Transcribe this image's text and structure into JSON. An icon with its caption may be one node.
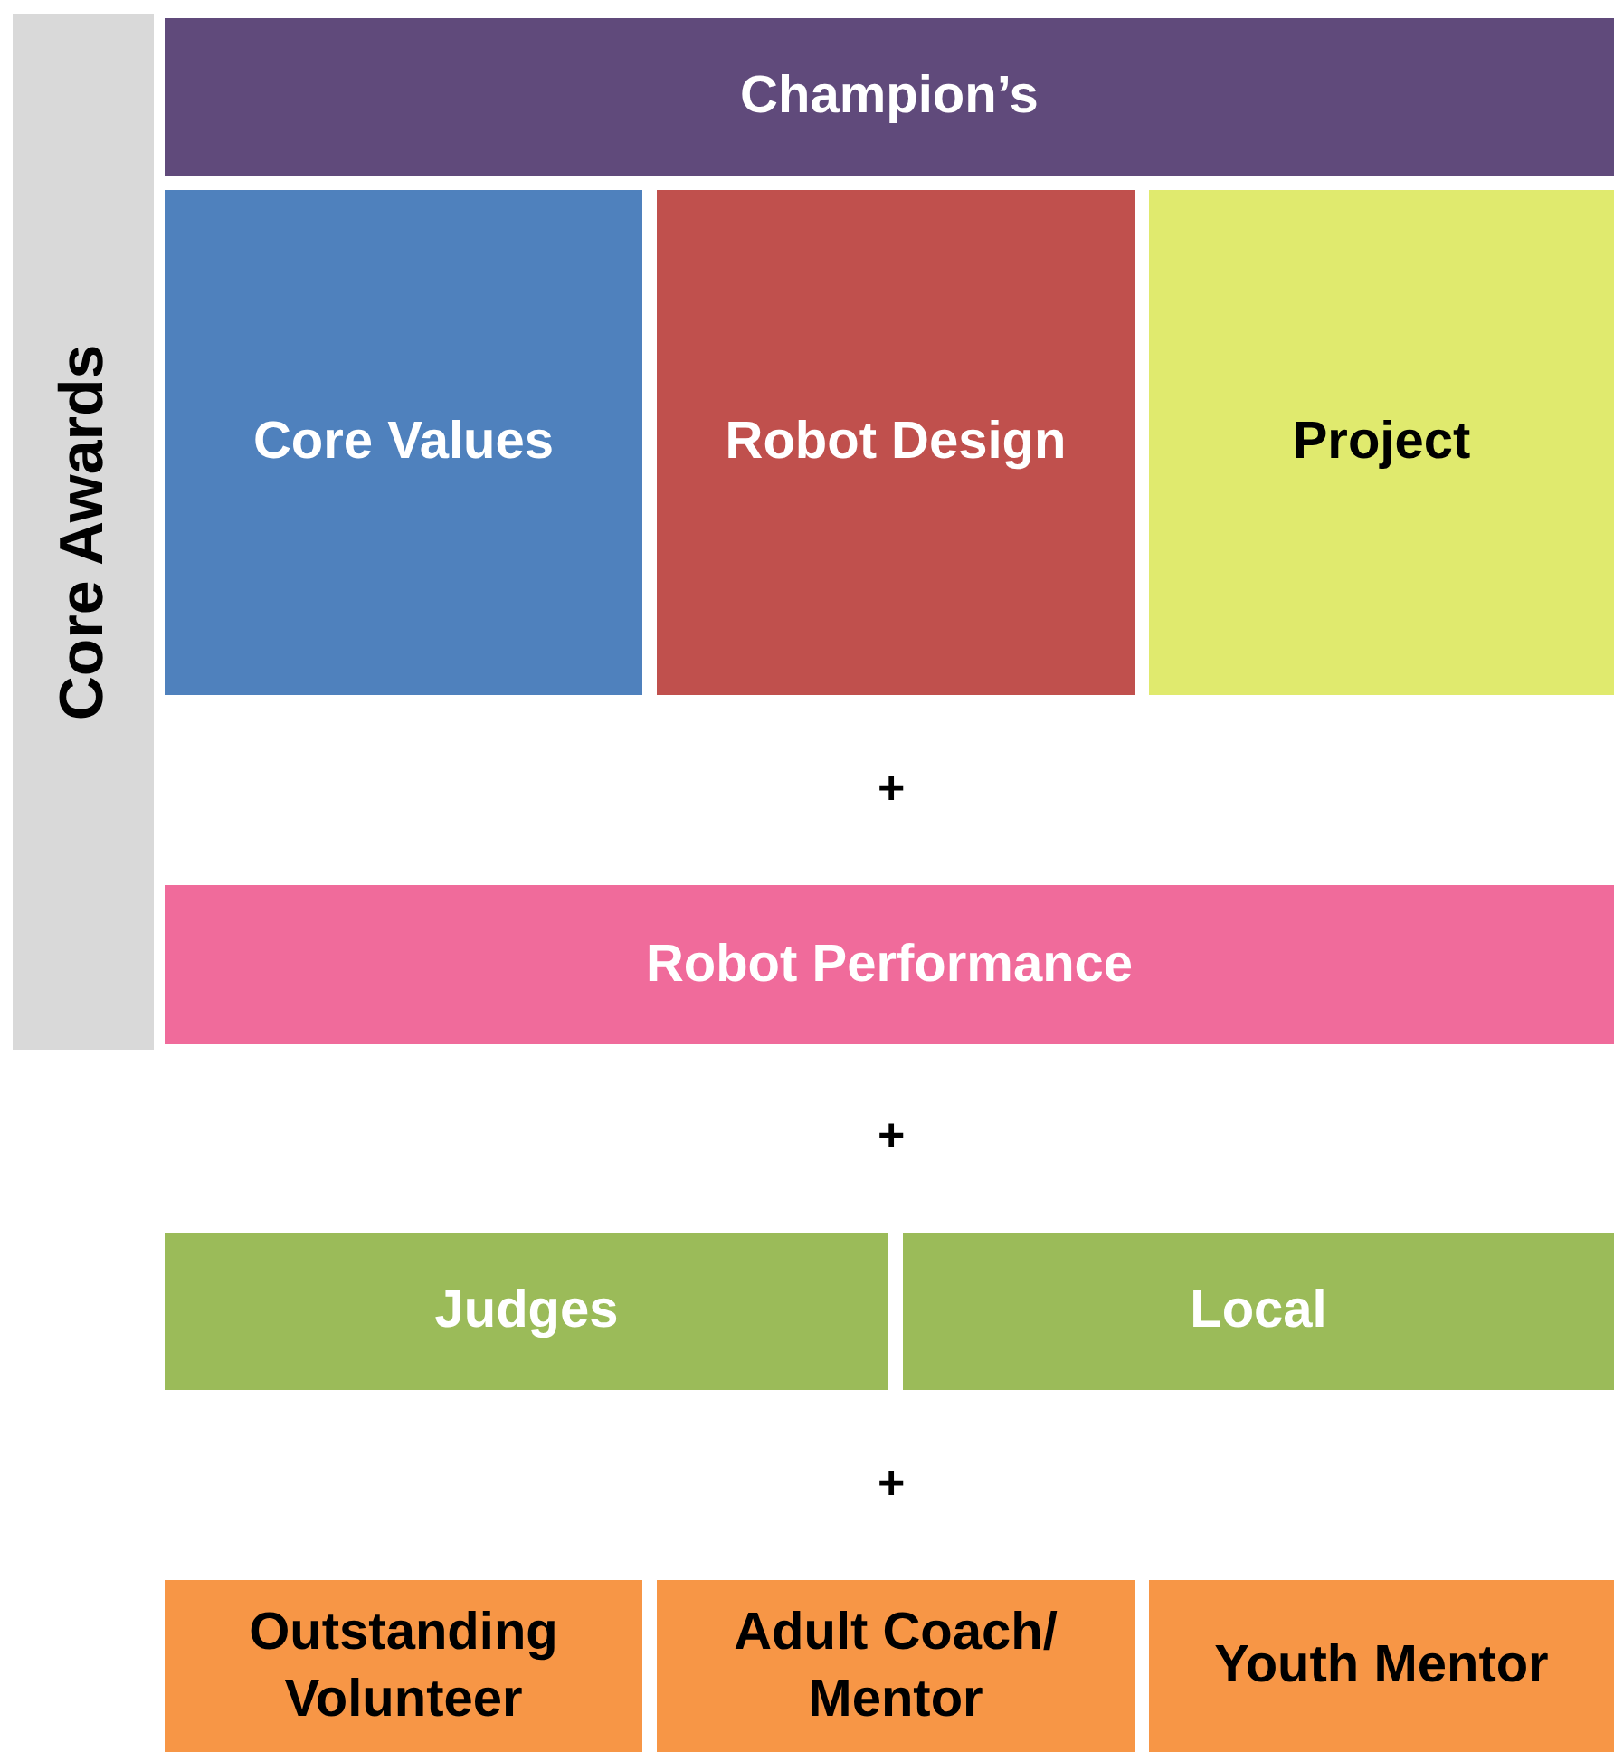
{
  "diagram": {
    "nodes": [
      {
        "text": [
          "Core Awards"
        ]
      },
      {
        "text": [
          "Champion’s"
        ]
      },
      {
        "text": [
          "Core Values"
        ]
      },
      {
        "text": [
          "Robot Design"
        ]
      },
      {
        "text": [
          "Project"
        ]
      },
      {
        "text": [
          "Robot Performance"
        ]
      },
      {
        "text": [
          "Judges"
        ]
      },
      {
        "text": [
          "Local"
        ]
      },
      {
        "text": [
          "Outstanding Volunteer"
        ]
      },
      {
        "text": [
          "Adult Coach/ Mentor"
        ]
      },
      {
        "text": [
          "Youth Mentor"
        ]
      }
    ],
    "labels": [
      "+",
      "+",
      "+"
    ]
  }
}
